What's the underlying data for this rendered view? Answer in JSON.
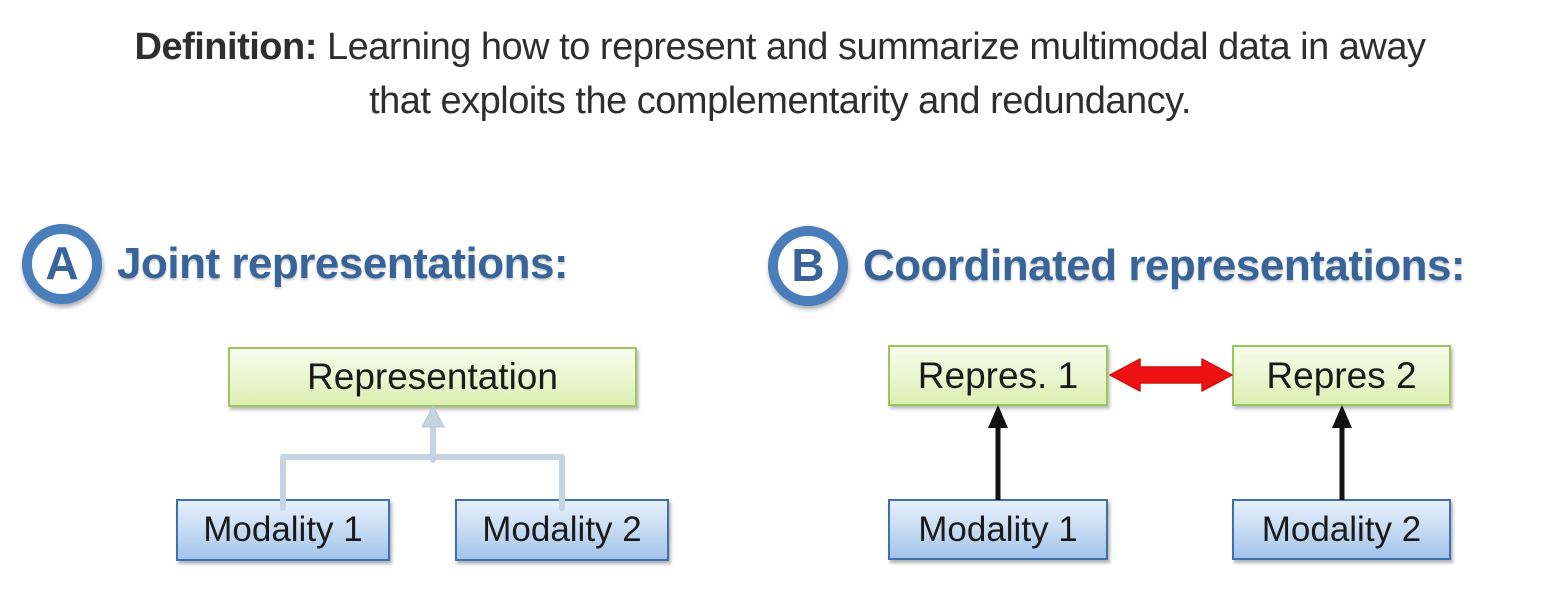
{
  "definition": {
    "label": "Definition:",
    "line1": "Learning how to represent and summarize multimodal data in away",
    "line2": "that exploits the complementarity and redundancy."
  },
  "sections": {
    "a": {
      "badge": "A",
      "title": "Joint representations:"
    },
    "b": {
      "badge": "B",
      "title": "Coordinated representations:"
    }
  },
  "diagram_a": {
    "representation": "Representation",
    "modality1": "Modality 1",
    "modality2": "Modality 2"
  },
  "diagram_b": {
    "repres1": "Repres. 1",
    "repres2": "Repres 2",
    "modality1": "Modality 1",
    "modality2": "Modality 2"
  },
  "colors": {
    "heading_blue": "#38649a",
    "badge_ring_blue": "#4a7ebb",
    "green_box_fill": "#e6f4c9",
    "green_box_border": "#9dc45e",
    "blue_box_fill": "#bcd6f0",
    "blue_box_border": "#3c70b0",
    "joint_connector_gray": "#c6d4e2",
    "coordination_arrow_red": "#ee1111",
    "modality_arrow_black": "#111111",
    "definition_text": "#2e2e2e"
  }
}
